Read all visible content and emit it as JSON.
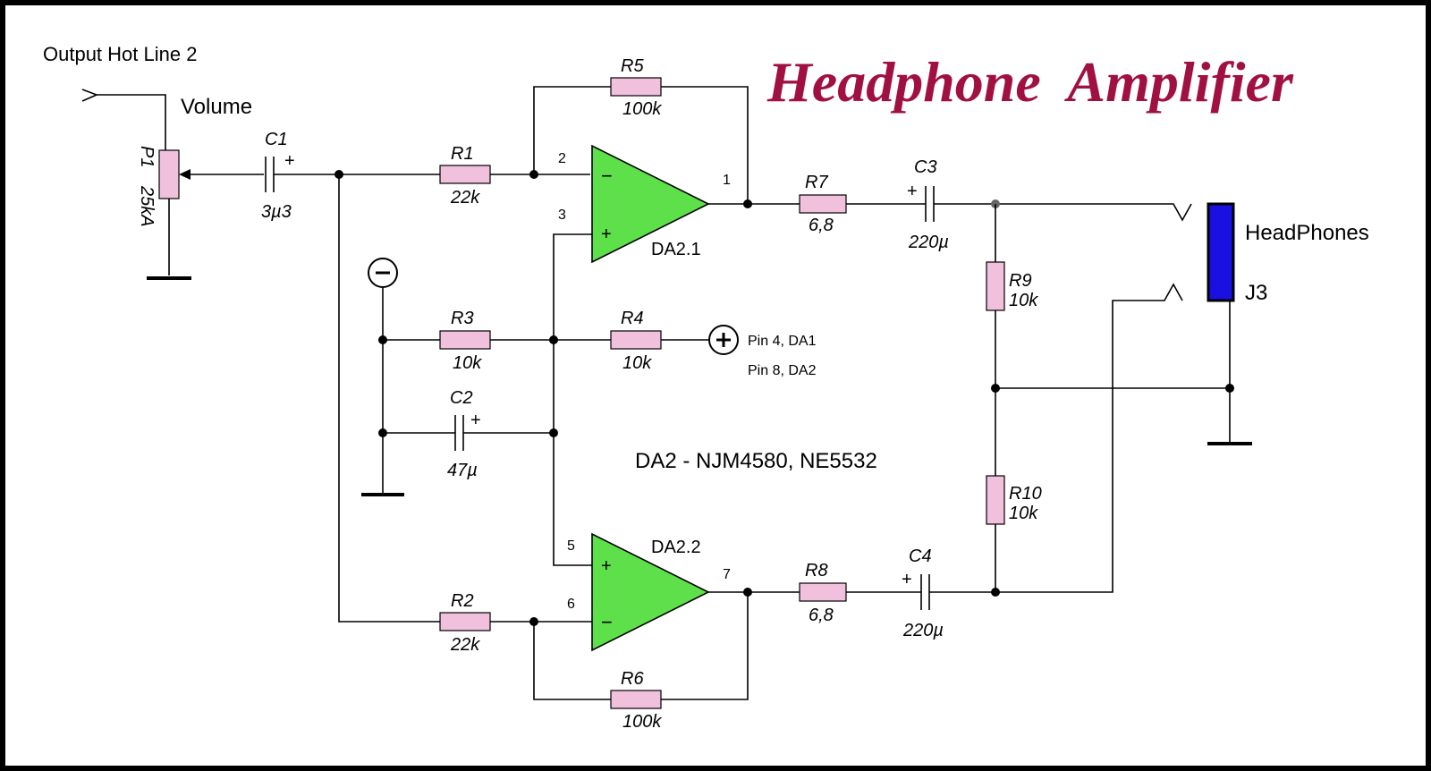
{
  "title": "Headphone  Amplifier",
  "input_label": "Output Hot Line 2",
  "volume_label": "Volume",
  "ic_note": "DA2 - NJM4580, NE5532",
  "supply_note_1": "Pin 4, DA1",
  "supply_note_2": "Pin 8, DA2",
  "jack": {
    "label": "HeadPhones",
    "ref": "J3",
    "color": "#1a10e0"
  },
  "opamps": [
    {
      "ref": "DA2.1",
      "pin_inv": "2",
      "pin_noninv": "3",
      "pin_out": "1"
    },
    {
      "ref": "DA2.2",
      "pin_noninv": "5",
      "pin_inv": "6",
      "pin_out": "7"
    }
  ],
  "components": {
    "P1": {
      "ref": "P1",
      "value": "25kA"
    },
    "C1": {
      "ref": "C1",
      "value": "3µ3"
    },
    "C2": {
      "ref": "C2",
      "value": "47µ"
    },
    "C3": {
      "ref": "C3",
      "value": "220µ"
    },
    "C4": {
      "ref": "C4",
      "value": "220µ"
    },
    "R1": {
      "ref": "R1",
      "value": "22k"
    },
    "R2": {
      "ref": "R2",
      "value": "22k"
    },
    "R3": {
      "ref": "R3",
      "value": "10k"
    },
    "R4": {
      "ref": "R4",
      "value": "10k"
    },
    "R5": {
      "ref": "R5",
      "value": "100k"
    },
    "R6": {
      "ref": "R6",
      "value": "100k"
    },
    "R7": {
      "ref": "R7",
      "value": "6,8"
    },
    "R8": {
      "ref": "R8",
      "value": "6,8"
    },
    "R9": {
      "ref": "R9",
      "value": "10k"
    },
    "R10": {
      "ref": "R10",
      "value": "10k"
    }
  },
  "polarity_plus": "+",
  "polarity_minus": "−",
  "colors": {
    "title": "#a01040",
    "opamp": "#5ee04a",
    "resistor": "#f0c0dc",
    "frame": "#000000"
  },
  "icons": {
    "negative_supply": "minus-circle-icon",
    "positive_supply": "plus-circle-icon",
    "ground": "ground-icon"
  }
}
